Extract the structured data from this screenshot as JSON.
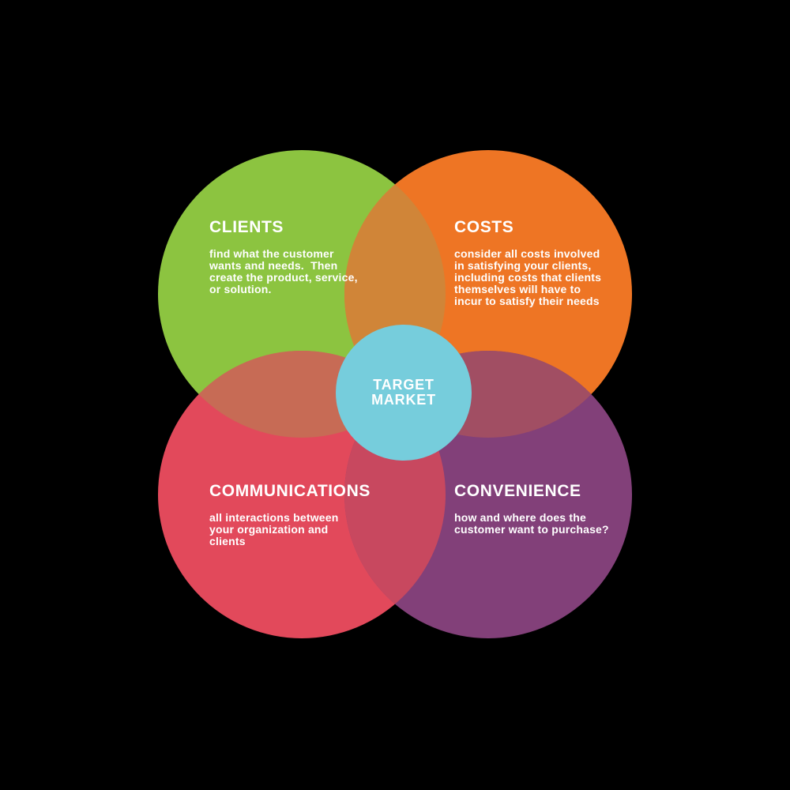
{
  "background_color": "#000000",
  "text_color": "#FFFFFF",
  "colors": {
    "clients": "#8CC440",
    "costs": "#EE7524",
    "communications": "#E2495B",
    "convenience": "#824079",
    "target_market": "#76CDDC",
    "overlap_clients_costs": "#D08538",
    "overlap_clients_communications": "#C76B55",
    "overlap_costs_convenience": "#A14E63",
    "overlap_communications_convenience": "#C8485F"
  },
  "center": {
    "title_lines": [
      "TARGET",
      "MARKET"
    ]
  },
  "sections": {
    "clients": {
      "title": "CLIENTS",
      "body_lines": [
        "find what the customer",
        "wants and needs.  Then",
        "create the product, service,",
        "or solution."
      ]
    },
    "costs": {
      "title": "COSTS",
      "body_lines": [
        "consider all costs involved",
        "in satisfying your clients,",
        "including costs that clients",
        "themselves will have to",
        "incur to satisfy their needs"
      ]
    },
    "communications": {
      "title": "COMMUNICATIONS",
      "body_lines": [
        "all interactions between",
        "your organization and",
        "clients"
      ]
    },
    "convenience": {
      "title": "CONVENIENCE",
      "body_lines": [
        "how and where does the",
        "customer want to purchase?"
      ]
    }
  }
}
